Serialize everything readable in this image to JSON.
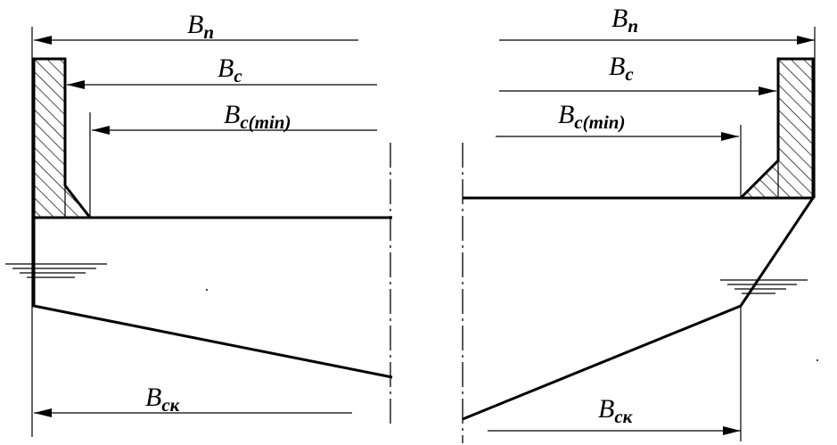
{
  "colors": {
    "ink": "#000000",
    "background": "#ffffff"
  },
  "left": {
    "labels": {
      "bn": {
        "main": "B",
        "sub": "n"
      },
      "bc": {
        "main": "B",
        "sub": "c"
      },
      "bcmin": {
        "main": "B",
        "sub": "c(min)"
      },
      "bck": {
        "main": "B",
        "sub": "ск"
      }
    },
    "water_symbol": "water-level"
  },
  "right": {
    "labels": {
      "bn": {
        "main": "B",
        "sub": "n"
      },
      "bc": {
        "main": "B",
        "sub": "c"
      },
      "bcmin": {
        "main": "B",
        "sub": "c(min)"
      },
      "bck": {
        "main": "B",
        "sub": "ск"
      }
    },
    "water_symbol": "water-level"
  }
}
